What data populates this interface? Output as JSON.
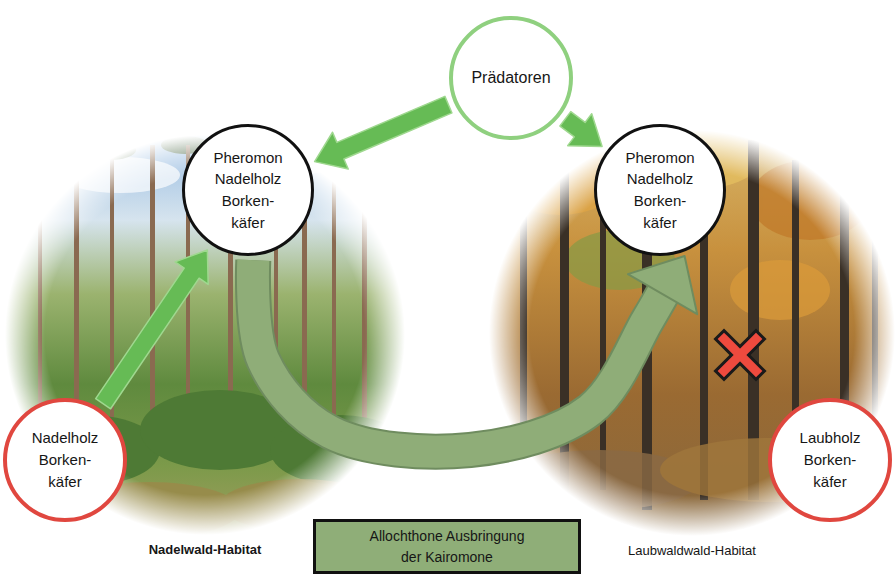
{
  "diagram": {
    "nodes": [
      {
        "text": [
          "Prädatoren"
        ]
      },
      {
        "text": [
          "Nadelwald-Habitat"
        ]
      },
      {
        "text": [
          "Pheromon Nadelholz Borken- käfer"
        ],
        "in": 1
      },
      {
        "text": [
          "Nadelholz Borken- käfer"
        ]
      },
      {
        "text": [
          "Laubwaldwald-Habitat"
        ]
      },
      {
        "text": [
          "Pheromon Nadelholz Borken- käfer"
        ],
        "in": 4
      },
      {
        "text": [
          "Laubholz Borken- käfer"
        ]
      },
      {
        "text": [
          "Allochthone Ausbringung der Kairomone"
        ]
      }
    ],
    "edges": [
      {
        "from": 0,
        "to": 2,
        "arrow": "to"
      },
      {
        "from": 0,
        "to": 5,
        "arrow": "to"
      },
      {
        "from": 3,
        "to": 2,
        "arrow": "to"
      },
      {
        "from": 2,
        "to": 5,
        "arrow": "to"
      }
    ]
  }
}
